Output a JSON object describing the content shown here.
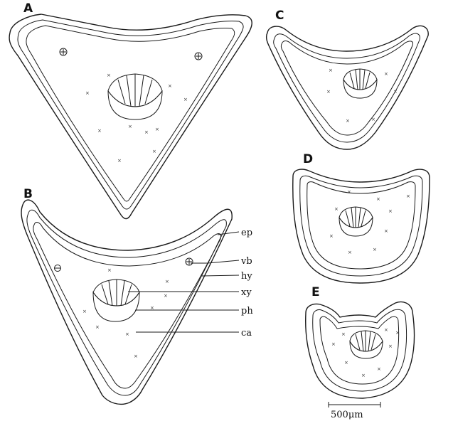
{
  "panels": {
    "a": {
      "label": "A"
    },
    "b": {
      "label": "B"
    },
    "c": {
      "label": "C"
    },
    "d": {
      "label": "D"
    },
    "e": {
      "label": "E"
    }
  },
  "annotations": {
    "ep": "ep",
    "vb": "vb",
    "hy": "hy",
    "xy": "xy",
    "ph": "ph",
    "ca": "ca"
  },
  "scale_bar": {
    "label": "500μm"
  },
  "marks": {
    "cross": "×"
  }
}
